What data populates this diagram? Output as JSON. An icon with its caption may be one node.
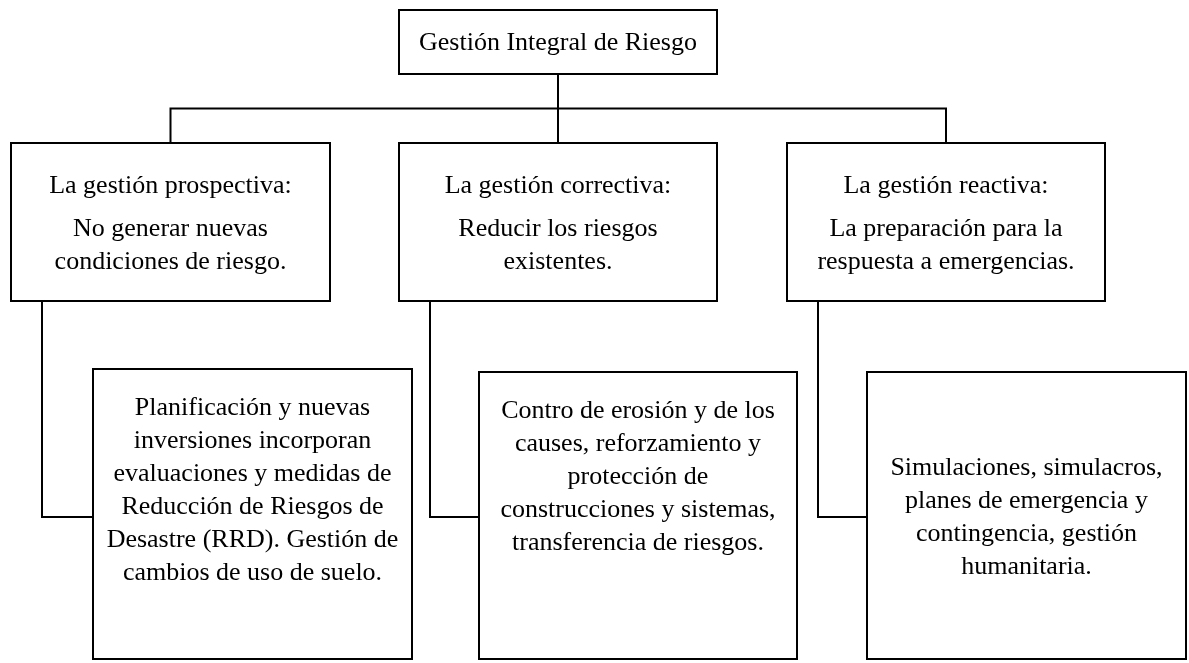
{
  "diagram": {
    "nodes": [
      {
        "text": [
          "Gestión Integral de Riesgo"
        ]
      },
      {
        "text": [
          "La gestión prospectiva:",
          "No generar nuevas condiciones de riesgo."
        ]
      },
      {
        "text": [
          "La gestión correctiva:",
          "Reducir los riesgos existentes."
        ]
      },
      {
        "text": [
          "La gestión reactiva:",
          "La preparación para la respuesta a emergencias."
        ]
      },
      {
        "text": [
          "Planificación y nuevas inversiones incorporan evaluaciones y medidas de Reducción de Riesgos de Desastre (RRD). Gestión de cambios de uso de suelo."
        ]
      },
      {
        "text": [
          "Contro de erosión y de los causes, reforzamiento y protección de construcciones y sistemas, transferencia de riesgos."
        ]
      },
      {
        "text": [
          "Simulaciones, simulacros, planes de emergencia y contingencia, gestión humanitaria."
        ]
      }
    ],
    "edges": [
      {
        "from": 0,
        "to": 1,
        "arrow": "none"
      },
      {
        "from": 0,
        "to": 2,
        "arrow": "none"
      },
      {
        "from": 0,
        "to": 3,
        "arrow": "none"
      },
      {
        "from": 1,
        "to": 4,
        "arrow": "none"
      },
      {
        "from": 2,
        "to": 5,
        "arrow": "none"
      },
      {
        "from": 3,
        "to": 6,
        "arrow": "none"
      }
    ]
  }
}
